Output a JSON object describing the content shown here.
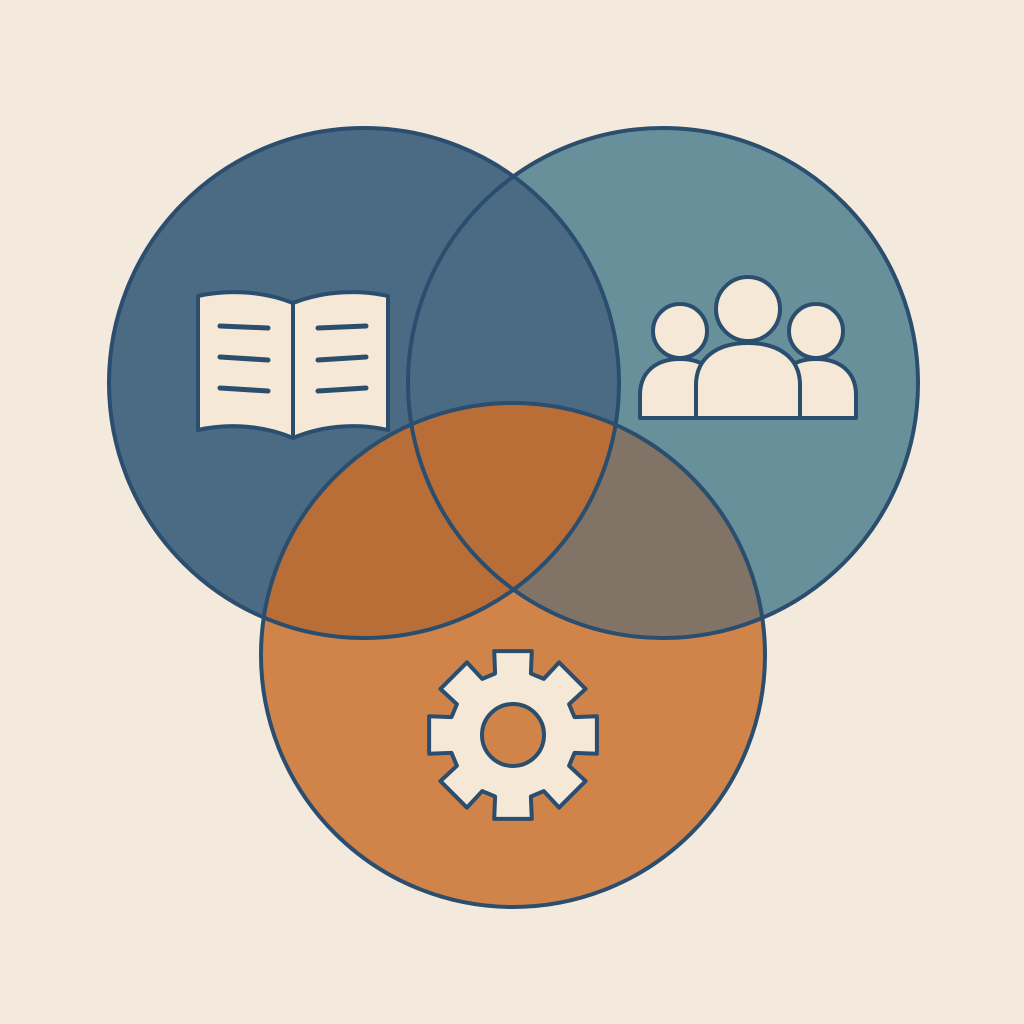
{
  "diagram": {
    "type": "venn",
    "sets": [
      {
        "id": "left",
        "icon": "open-book-icon",
        "color": "#4a6b83"
      },
      {
        "id": "right",
        "icon": "people-group-icon",
        "color": "#67909a"
      },
      {
        "id": "bottom",
        "icon": "gear-icon",
        "color": "#d0844a"
      }
    ],
    "overlaps": {
      "left_bottom": "#b96e38",
      "right_bottom": "#817366",
      "center": "#b96e38"
    },
    "colors": {
      "background": "#f3e9dc",
      "outline": "#2b4e6e",
      "icon_fill": "#f5e8d6"
    }
  }
}
